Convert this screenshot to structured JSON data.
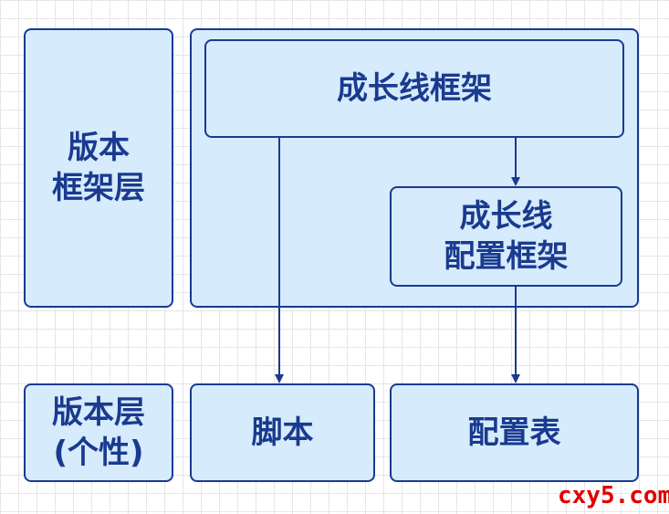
{
  "boxes": {
    "version_framework_layer": "版本\n框架层",
    "growth_line_framework": "成长线框架",
    "growth_line_config_framework": "成长线\n配置框架",
    "version_layer_personal": "版本层\n(个性)",
    "script": "脚本",
    "config_table": "配置表"
  },
  "watermark": "cxy5.com",
  "colors": {
    "box_fill": "#d6ebfb",
    "box_border": "#1a3a8f",
    "text": "#1a3a8f",
    "watermark": "#e00000"
  }
}
